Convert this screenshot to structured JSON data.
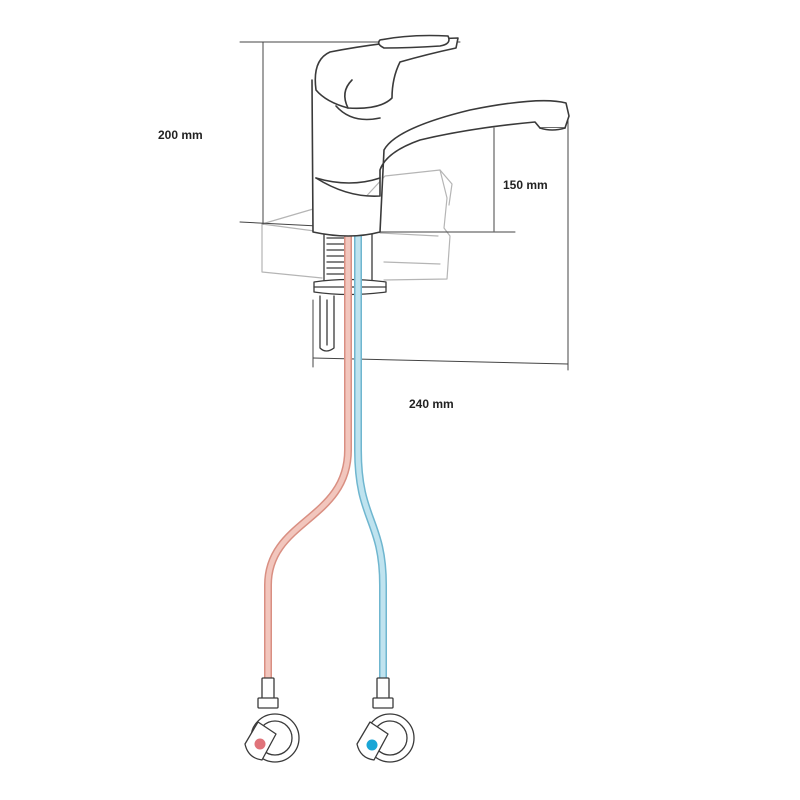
{
  "dimensions": {
    "total_height": "200 mm",
    "spout_height": "150 mm",
    "spout_reach": "240 mm"
  },
  "colors": {
    "outline": "#3a3a3a",
    "dimension_line": "#444444",
    "hot_hose": "#f2c6bd",
    "hot_hose_edge": "#d98f82",
    "cold_hose": "#bfe3ef",
    "cold_hose_edge": "#6fb6cf",
    "hot_dot": "#e0737a",
    "cold_dot": "#1aa6d6",
    "counter_edge": "#b5b5b5"
  }
}
